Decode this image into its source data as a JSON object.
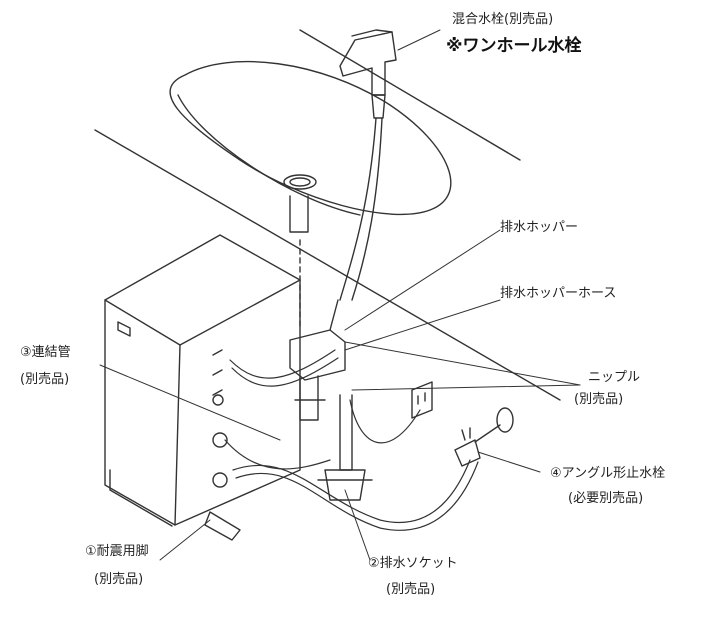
{
  "labels": {
    "faucet_title": "混合水栓(別売品)",
    "faucet_note": "※ワンホール水栓",
    "drain_hopper": "排水ホッパー",
    "drain_hopper_hose": "排水ホッパーホース",
    "nipple": "ニップル",
    "nipple_sub": "(別売品)",
    "connecting_pipe": "③連結管",
    "connecting_pipe_sub": "(別売品)",
    "angle_valve": "④アングル形止水栓",
    "angle_valve_sub": "(必要別売品)",
    "seismic_leg": "①耐震用脚",
    "seismic_leg_sub": "(別売品)",
    "drain_socket": "②排水ソケット",
    "drain_socket_sub": "(別売品)"
  }
}
